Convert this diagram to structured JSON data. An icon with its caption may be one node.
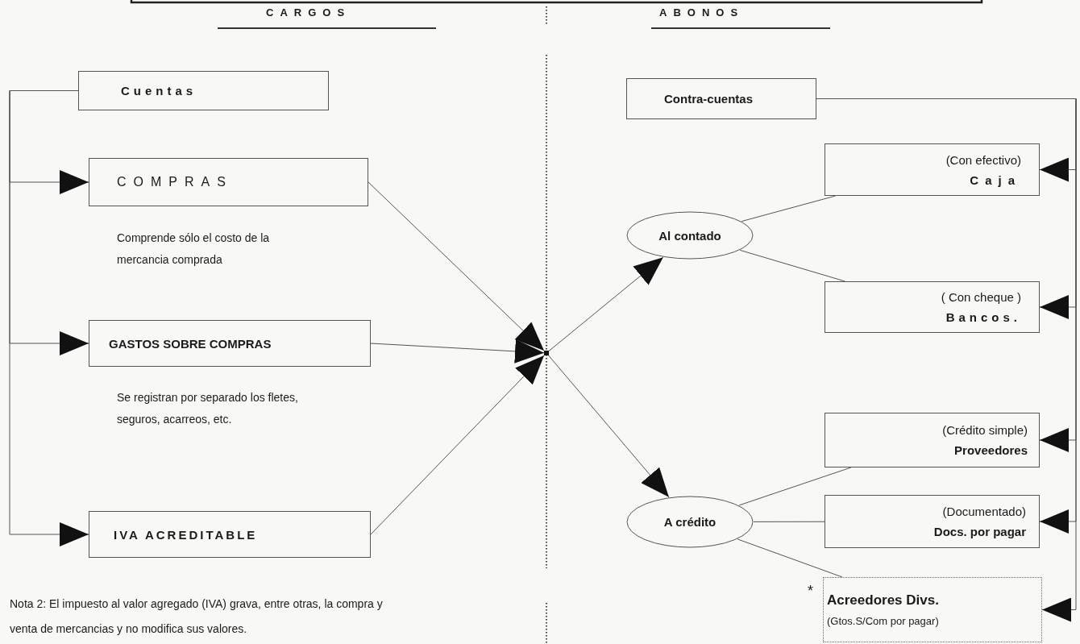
{
  "diagram": {
    "nodes": [
      {
        "text": [
          "Cuentas"
        ]
      },
      {
        "text": [
          "COMPRAS"
        ],
        "beside": [
          "Comprende sólo el costo de la mercancia comprada"
        ]
      },
      {
        "text": [
          "GASTOS SOBRE COMPRAS"
        ],
        "beside": [
          "Se registran por separado los fletes, seguros, acarreos, etc."
        ]
      },
      {
        "text": [
          "IVA ACREDITABLE"
        ]
      },
      {
        "text": [
          "Contra-cuentas"
        ]
      },
      {
        "text": [
          "Al contado"
        ]
      },
      {
        "text": [
          "A crédito"
        ]
      },
      {
        "text": [
          "(Con efectivo)",
          "Caja"
        ]
      },
      {
        "text": [
          "( Con cheque )",
          "Bancos."
        ]
      },
      {
        "text": [
          "(Crédito simple)",
          "Proveedores"
        ]
      },
      {
        "text": [
          "(Documentado)",
          "Docs. por pagar"
        ]
      },
      {
        "text": [
          "Acreedores Divs.",
          "(Gtos.S/Com por pagar)"
        ],
        "beside": [
          "*"
        ]
      },
      {
        "text": [],
        "shape": "dot"
      }
    ],
    "edges": [
      {
        "from": 0,
        "to": 1,
        "arrow": "to"
      },
      {
        "from": 0,
        "to": 2,
        "arrow": "to"
      },
      {
        "from": 0,
        "to": 3,
        "arrow": "to"
      },
      {
        "from": 1,
        "to": 12,
        "arrow": "to"
      },
      {
        "from": 2,
        "to": 12,
        "arrow": "to"
      },
      {
        "from": 3,
        "to": 12,
        "arrow": "to"
      },
      {
        "from": 12,
        "to": 5,
        "arrow": "to"
      },
      {
        "from": 12,
        "to": 6,
        "arrow": "to"
      },
      {
        "from": 5,
        "to": 7,
        "arrow": "none"
      },
      {
        "from": 5,
        "to": 8,
        "arrow": "none"
      },
      {
        "from": 6,
        "to": 9,
        "arrow": "none"
      },
      {
        "from": 6,
        "to": 10,
        "arrow": "none"
      },
      {
        "from": 6,
        "to": 11,
        "arrow": "none"
      },
      {
        "from": 4,
        "to": 7,
        "arrow": "to"
      },
      {
        "from": 4,
        "to": 8,
        "arrow": "to"
      },
      {
        "from": 4,
        "to": 9,
        "arrow": "to"
      },
      {
        "from": 4,
        "to": 10,
        "arrow": "to"
      },
      {
        "from": 4,
        "to": 11,
        "arrow": "to"
      }
    ],
    "labels": [
      "CARGOS",
      "ABONOS",
      "Nota 2: El impuesto al valor agregado (IVA) grava, entre otras, la compra y venta de mercancias y no modifica sus valores."
    ]
  }
}
